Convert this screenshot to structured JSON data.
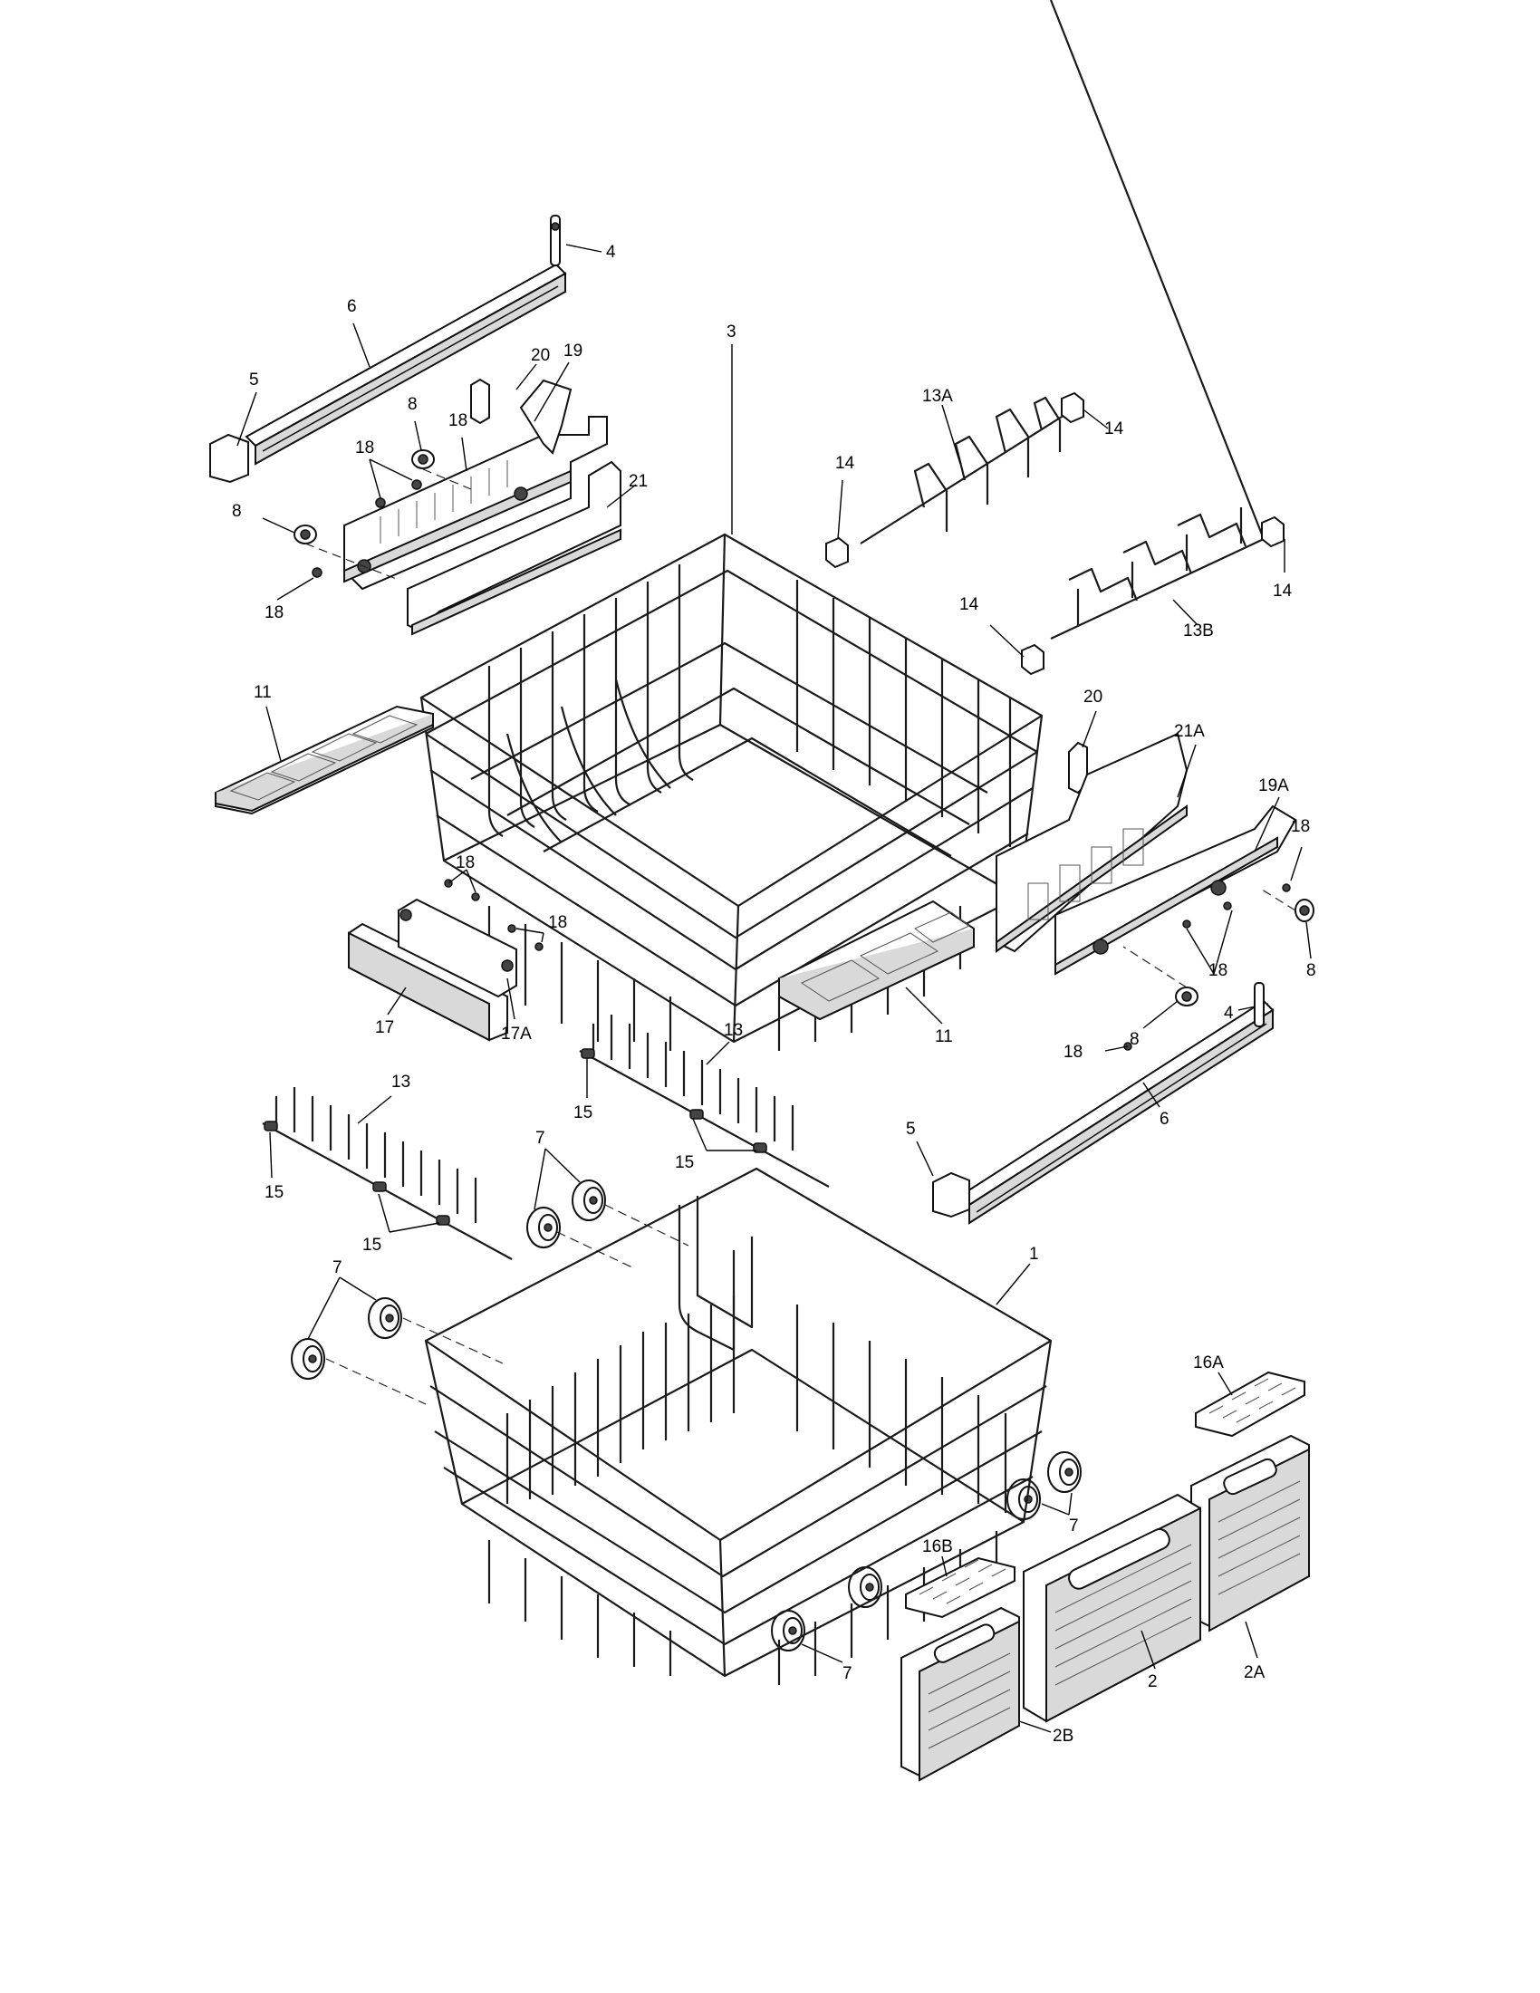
{
  "callouts": [
    {
      "id": "c4a",
      "text": "4"
    },
    {
      "id": "c6a",
      "text": "6"
    },
    {
      "id": "c5a",
      "text": "5"
    },
    {
      "id": "c20a",
      "text": "20"
    },
    {
      "id": "c8a",
      "text": "8"
    },
    {
      "id": "c18a",
      "text": "18"
    },
    {
      "id": "c18b",
      "text": "18"
    },
    {
      "id": "c19",
      "text": "19"
    },
    {
      "id": "c8b",
      "text": "8"
    },
    {
      "id": "c18c",
      "text": "18"
    },
    {
      "id": "c21",
      "text": "21"
    },
    {
      "id": "c3",
      "text": "3"
    },
    {
      "id": "c13A",
      "text": "13A"
    },
    {
      "id": "c14a",
      "text": "14"
    },
    {
      "id": "c14b",
      "text": "14"
    },
    {
      "id": "c14c",
      "text": "14"
    },
    {
      "id": "c14d",
      "text": "14"
    },
    {
      "id": "c13B",
      "text": "13B"
    },
    {
      "id": "c11a",
      "text": "11"
    },
    {
      "id": "c20b",
      "text": "20"
    },
    {
      "id": "c21A",
      "text": "21A"
    },
    {
      "id": "c19A",
      "text": "19A"
    },
    {
      "id": "c18d",
      "text": "18"
    },
    {
      "id": "c18e",
      "text": "18"
    },
    {
      "id": "c18f",
      "text": "18"
    },
    {
      "id": "c18g",
      "text": "18"
    },
    {
      "id": "c18h",
      "text": "18"
    },
    {
      "id": "c8c",
      "text": "8"
    },
    {
      "id": "c4b",
      "text": "4"
    },
    {
      "id": "c8d",
      "text": "8"
    },
    {
      "id": "c17",
      "text": "17"
    },
    {
      "id": "c17A",
      "text": "17A"
    },
    {
      "id": "c11b",
      "text": "11"
    },
    {
      "id": "c13a",
      "text": "13"
    },
    {
      "id": "c13b",
      "text": "13"
    },
    {
      "id": "c15a",
      "text": "15"
    },
    {
      "id": "c15b",
      "text": "15"
    },
    {
      "id": "c15c",
      "text": "15"
    },
    {
      "id": "c15d",
      "text": "15"
    },
    {
      "id": "c6b",
      "text": "6"
    },
    {
      "id": "c5b",
      "text": "5"
    },
    {
      "id": "c7a",
      "text": "7"
    },
    {
      "id": "c7b",
      "text": "7"
    },
    {
      "id": "c7c",
      "text": "7"
    },
    {
      "id": "c7d",
      "text": "7"
    },
    {
      "id": "c1",
      "text": "1"
    },
    {
      "id": "c16A",
      "text": "16A"
    },
    {
      "id": "c16B",
      "text": "16B"
    },
    {
      "id": "c2A",
      "text": "2A"
    },
    {
      "id": "c2",
      "text": "2"
    },
    {
      "id": "c2B",
      "text": "2B"
    }
  ]
}
